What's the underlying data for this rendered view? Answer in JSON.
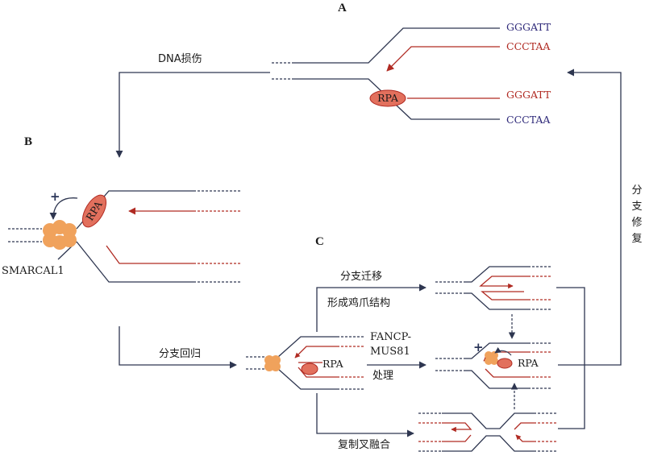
{
  "panels": {
    "a": "A",
    "b": "B",
    "c": "C"
  },
  "sequences": {
    "top_strand": "GGGATT",
    "second_strand": "CCCTAA",
    "third_strand": "GGGATT",
    "bottom_strand": "CCCTAA"
  },
  "labels": {
    "dna_damage": "DNA损伤",
    "branch_repair": "分支修复",
    "rpa": "RPA",
    "smarcal1": "SMARCAL1",
    "branch_regression": "分支回归",
    "branch_migration": "分支迁移",
    "chicken_foot": "形成鸡爪结构",
    "fancp_line1": "FANCP-",
    "fancp_line2": "MUS81",
    "processing": "处理",
    "fork_fusion": "复制叉融合",
    "plus": "+"
  },
  "colors": {
    "navy": "#2e3650",
    "red": "#b02a22",
    "rpa_fill": "#e2705d",
    "smarcal_fill": "#f0a25c",
    "seq_blue": "#2f2a7a",
    "seq_red": "#b02a22"
  }
}
